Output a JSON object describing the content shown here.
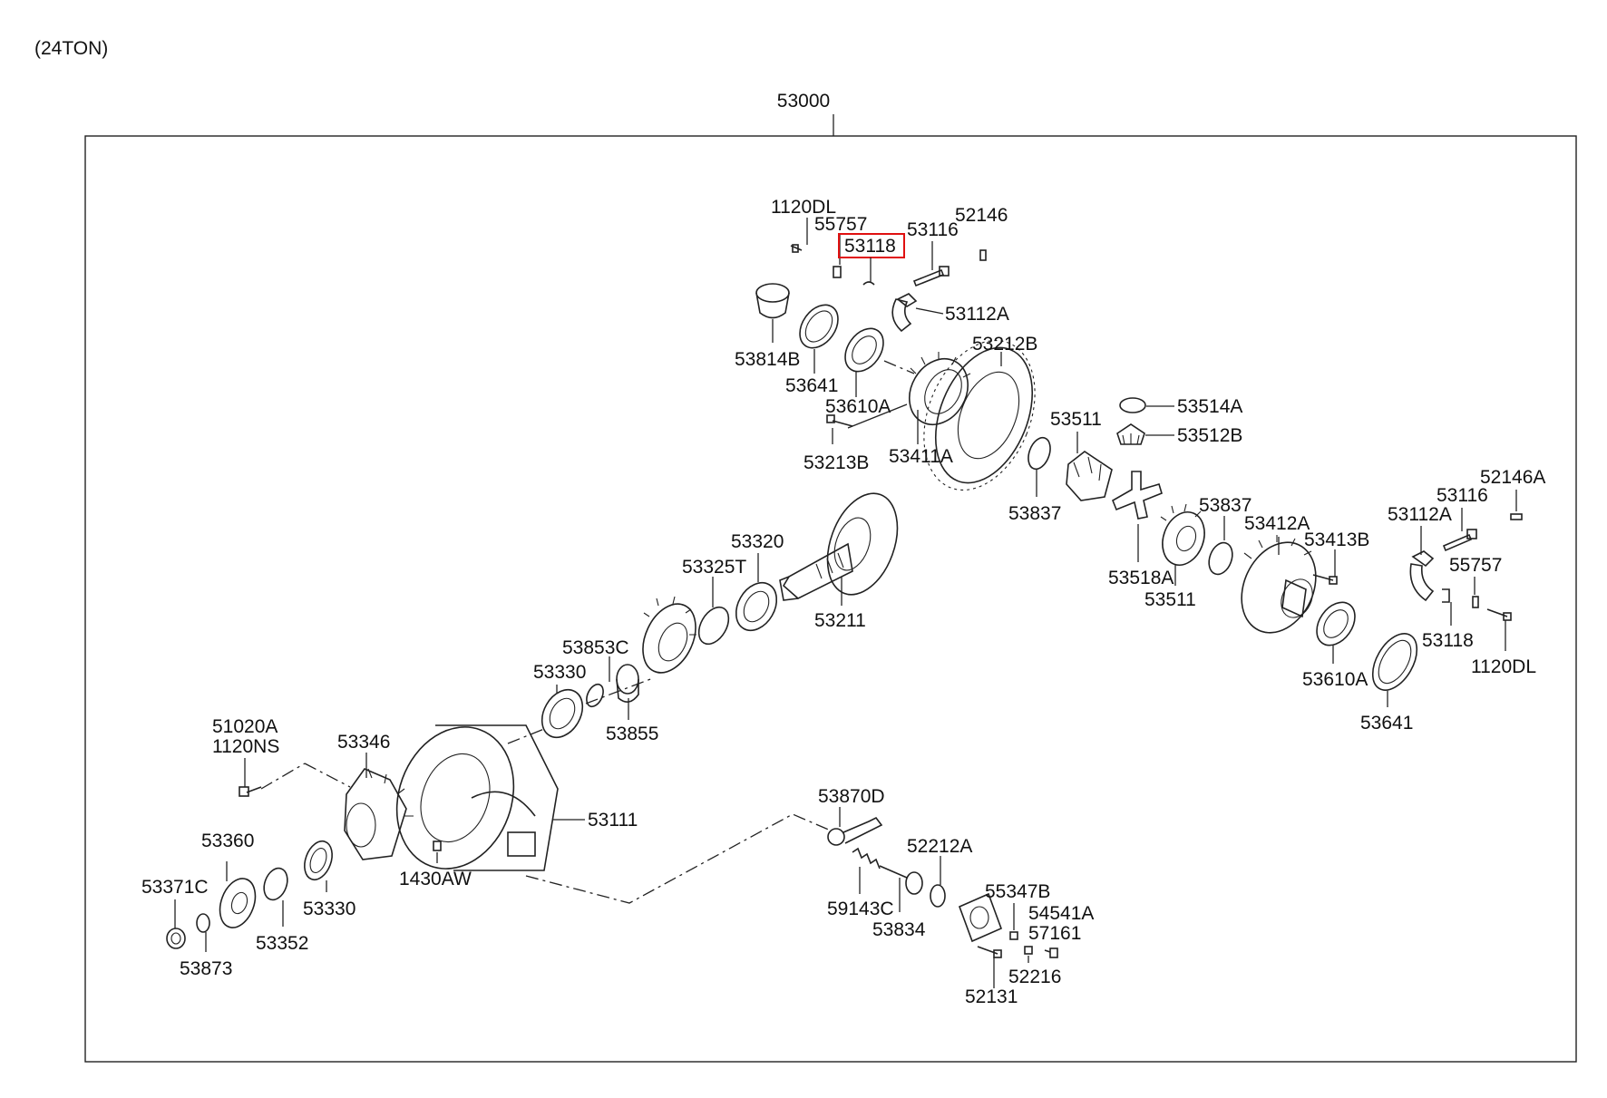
{
  "header": {
    "variant": "(24TON)"
  },
  "assembly": {
    "number": "53000"
  },
  "highlight": {
    "part": "53118",
    "color": "#e01010"
  },
  "labels": {
    "p1120DL_top": "1120DL",
    "p55757_top": "55757",
    "p53118_top": "53118",
    "p53116_top": "53116",
    "p52146_top": "52146",
    "p53112A_top": "53112A",
    "p53814B": "53814B",
    "p53641_top": "53641",
    "p53610A_top": "53610A",
    "p53212B": "53212B",
    "p53213B": "53213B",
    "p53411A": "53411A",
    "p53514A": "53514A",
    "p53512B": "53512B",
    "p53511_top": "53511",
    "p53837_left": "53837",
    "p53837_right": "53837",
    "p53518A": "53518A",
    "p53511_bot": "53511",
    "p53412A": "53412A",
    "p53413B": "53413B",
    "p52146A": "52146A",
    "p53116_right": "53116",
    "p53112A_right": "53112A",
    "p55757_right": "55757",
    "p53118_right": "53118",
    "p1120DL_right": "1120DL",
    "p53610A_right": "53610A",
    "p53641_right": "53641",
    "p53320": "53320",
    "p53325T": "53325T",
    "p53211": "53211",
    "p53853C": "53853C",
    "p53330_top": "53330",
    "p53855": "53855",
    "p51020A": "51020A",
    "p1120NS": "1120NS",
    "p53346": "53346",
    "p53111": "53111",
    "p1430AW": "1430AW",
    "p53360": "53360",
    "p53371C": "53371C",
    "p53330_bot": "53330",
    "p53352": "53352",
    "p53873": "53873",
    "p53870D": "53870D",
    "p52212A": "52212A",
    "p59143C": "59143C",
    "p53834": "53834",
    "p55347B": "55347B",
    "p54541A": "54541A",
    "p57161": "57161",
    "p52216": "52216",
    "p52131": "52131"
  }
}
